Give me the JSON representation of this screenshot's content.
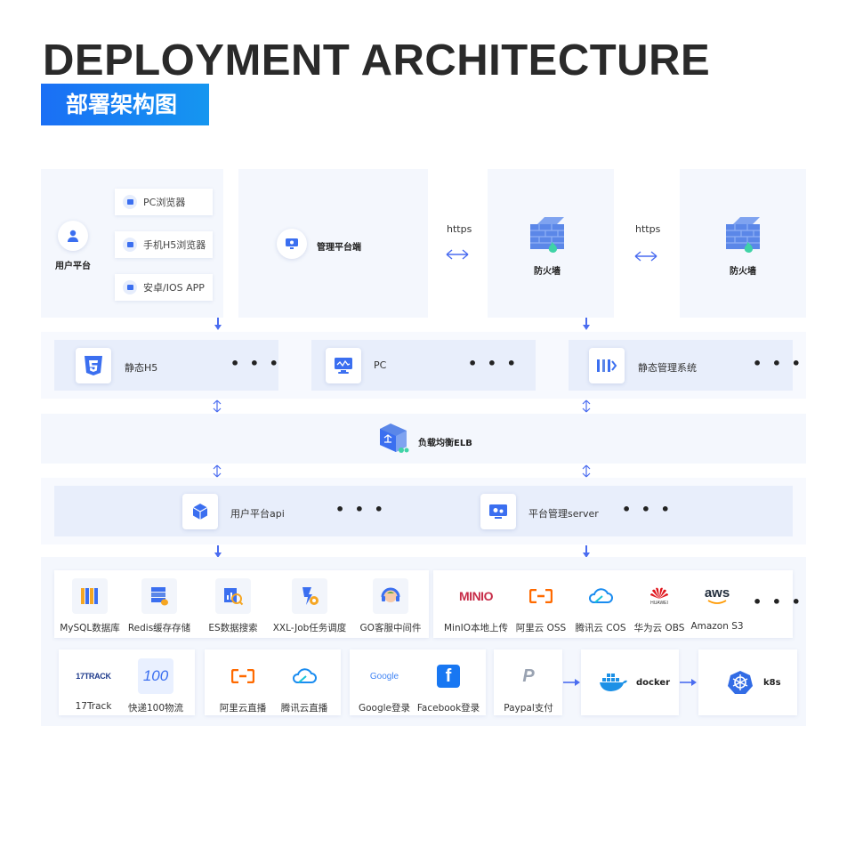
{
  "header": {
    "title_en": "DEPLOYMENT ARCHITECTURE",
    "title_cn": "部署架构图"
  },
  "top": {
    "user_platform": "用户平台",
    "clients": [
      "PC浏览器",
      "手机H5浏览器",
      "安卓/IOS APP"
    ],
    "admin_client": "管理平台端",
    "https_1": "https",
    "https_2": "https",
    "firewall_1": "防火墙",
    "firewall_2": "防火墙"
  },
  "frontend": {
    "static_h5": "静态H5",
    "pc": "PC",
    "static_admin": "静态管理系统",
    "more": "• • •"
  },
  "elb": {
    "label": "负载均衡ELB"
  },
  "backend": {
    "user_api": "用户平台api",
    "admin_server": "平台管理server",
    "more": "• • •"
  },
  "middleware": {
    "items": [
      "MySQL数据库",
      "Redis缓存存储",
      "ES数据搜索",
      "XXL-Job任务调度",
      "GO客服中间件"
    ],
    "storage": [
      "MinIO本地上传",
      "阿里云 OSS",
      "腾讯云 COS",
      "华为云 OBS",
      "Amazon S3"
    ],
    "more": "• • •"
  },
  "services": {
    "logistics": [
      "17Track",
      "快递100物流"
    ],
    "live": [
      "阿里云直播",
      "腾讯云直播"
    ],
    "login": [
      "Google登录",
      "Facebook登录"
    ],
    "payment": "Paypal支付",
    "docker": "docker",
    "k8s": "k8s"
  },
  "logos": {
    "track17": "17TRACK",
    "kd100": "100",
    "minio": "MINIO",
    "aws": "aws",
    "google": "Google",
    "huawei": "HUAWEI",
    "facebook": "f",
    "paypal": "P"
  },
  "colors": {
    "accent": "#1a6ff5",
    "panel": "#f4f7fd",
    "inner": "#e8eefb",
    "arrow": "#4a6cf0"
  }
}
